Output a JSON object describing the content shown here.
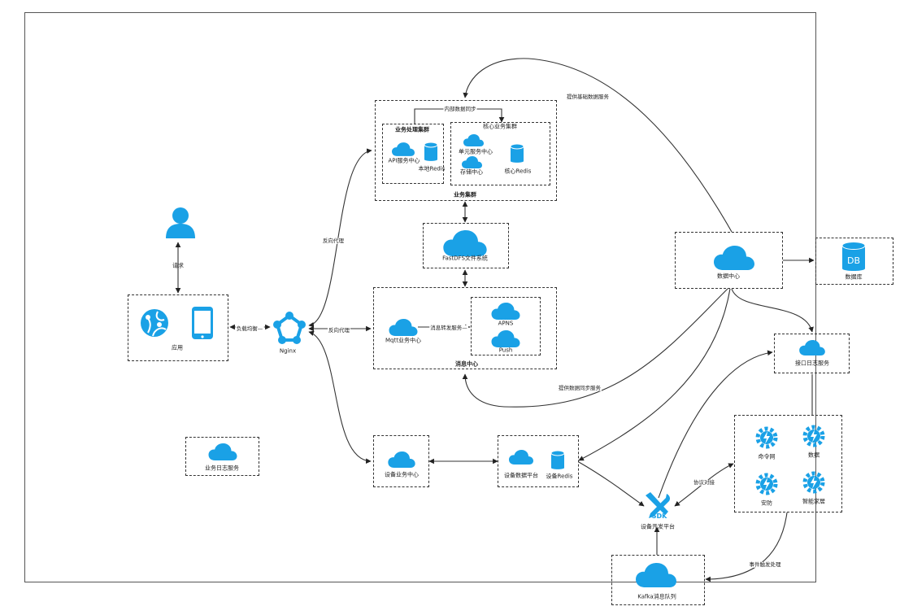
{
  "accent_color": "#1aa1e6",
  "line_color": "#333333",
  "labels": {
    "request": "请求",
    "app": "应用",
    "nginx": "Nginx",
    "load_balance": "负载均衡—",
    "reverse_proxy_top": "反向代理",
    "reverse_proxy_mid": "反向代理",
    "business_cluster": "业务集群",
    "sub_cluster_left": "业务处理集群",
    "sub_cluster_right": "核心业务集群",
    "api_service": "API服务中心",
    "local_redis": "本地Redis",
    "order_center": "单元服务中心",
    "storage": "存储中心",
    "core_redis": "核心Redis",
    "data_sync": "内部数据同步",
    "fastdfs": "FastDFS文件系统",
    "data_center": "数据中心",
    "provide_data": "提供基础数据服务",
    "db_icon": "DB",
    "database": "数据库",
    "mq_business": "Mqtt业务中心",
    "mq_forward": "消息转发服务—",
    "apns": "APNS",
    "push": "Push",
    "message_center": "消息中心",
    "provide_sync": "提供数据同步服务",
    "log_service": "接口日志服务",
    "business_log": "业务日志服务",
    "device_center": "设备业务中心",
    "device_platform": "设备数据平台",
    "device_redis": "设备Redis",
    "device_dev": "设备开发平台",
    "protocol": "协议对接",
    "gear_1": "命令网",
    "gear_2": "数据",
    "gear_3": "安防",
    "gear_4": "智能家居",
    "event_handle": "事件触发处理",
    "kafka": "Kafka消息队列",
    "sdk_text": "SDK"
  }
}
